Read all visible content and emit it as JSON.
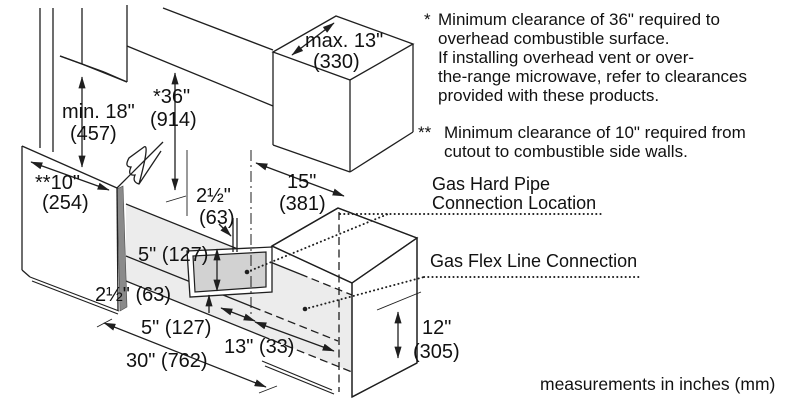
{
  "dims": {
    "min18_in": "min. 18\"",
    "min18_mm": "(457)",
    "clr36_in": "*36\"",
    "clr36_mm": "(914)",
    "max13_in": "max. 13\"",
    "max13_mm": "(330)",
    "clr10_in": "**10\"",
    "clr10_mm": "(254)",
    "d15_in": "15\"",
    "d15_mm": "(381)",
    "t2h_in": "2½\"",
    "t2h_mm": "(63)",
    "band5": "5\" (127)",
    "b2h": "2½\" (63)",
    "bottom5": "5\" (127)",
    "d13": "13\" (33)",
    "d30": "30\" (762)",
    "d12_in": "12\"",
    "d12_mm": "(305)"
  },
  "callouts": {
    "hard_pipe_1": "Gas Hard Pipe",
    "hard_pipe_2": "Connection Location",
    "flex": "Gas Flex Line Connection"
  },
  "notes": {
    "star1_marker": "*",
    "star1_lines": [
      "Minimum clearance of 36\" required to",
      "overhead combustible surface.",
      "If installing overhead vent or over-",
      "the-range microwave, refer to clearances",
      "provided with these products."
    ],
    "star2_marker": "**",
    "star2_lines": [
      "Minimum clearance of 10\" required from",
      "cutout to combustible side walls."
    ],
    "footer": "measurements in inches (mm)"
  },
  "colors": {
    "line": "#1f1f1f",
    "band": "#ececec",
    "cutout": "#d2d2d2",
    "text": "#111111"
  }
}
